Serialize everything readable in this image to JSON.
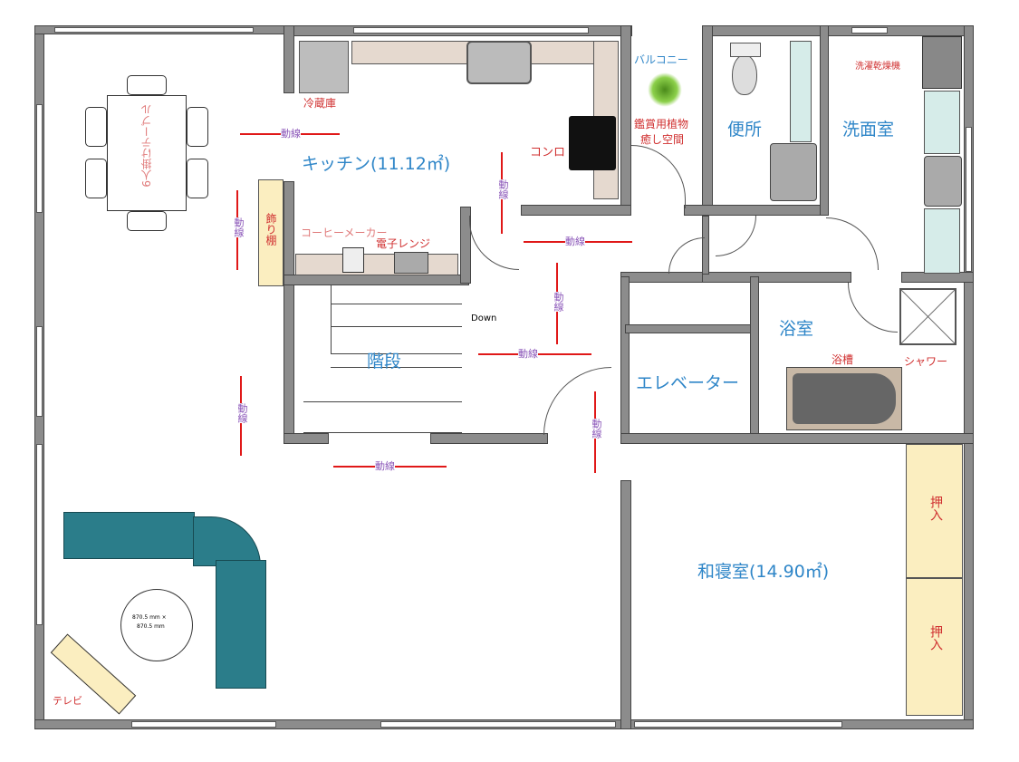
{
  "rooms": {
    "kitchen": "キッチン(11.12㎡)",
    "stairs": "階段",
    "toilet": "便所",
    "washroom": "洗面室",
    "bath": "浴室",
    "elevator": "エレベーター",
    "bedroom": "和寝室(14.90㎡)",
    "balcony": "バルコニー"
  },
  "labels": {
    "fridge": "冷蔵庫",
    "stove": "コンロ",
    "coffee": "コーヒーメーカー",
    "microwave": "電子レンジ",
    "shelf": "飾り棚",
    "table": "6人掛けテーブル",
    "plant1": "鑑賞用植物",
    "plant2": "癒し空間",
    "dryer": "洗濯乾燥機",
    "tub": "浴槽",
    "shower": "シャワー",
    "closet1": "押入",
    "closet2": "押入",
    "tv": "テレビ",
    "down": "Down",
    "round_table_1": "870.5 mm ×",
    "round_table_2": "870.5 mm",
    "flow": "動線"
  },
  "colors": {
    "wall": "#8c8c8c",
    "room_label": "#2f86c8",
    "arrow": "#e01818",
    "sofa": "#2b7d8a",
    "closet": "#fbeec0"
  }
}
